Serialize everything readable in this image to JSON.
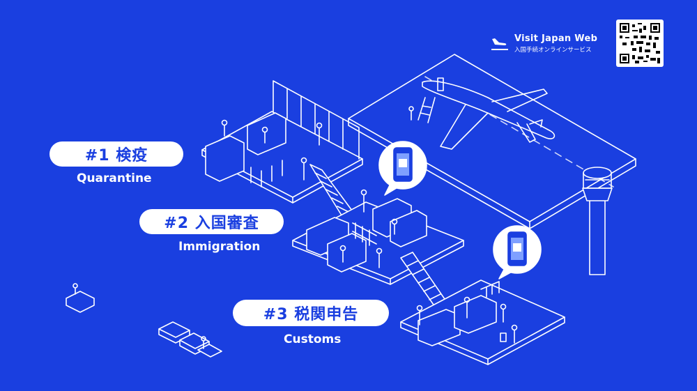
{
  "brand": {
    "name": "Visit Japan Web",
    "subtitle": "入国手続オンラインサービス",
    "icon": "airplane-landing-icon"
  },
  "qr_code": {
    "icon": "qr-code"
  },
  "steps": [
    {
      "label": "#1 検疫",
      "caption": "Quarantine"
    },
    {
      "label": "#2 入国審査",
      "caption": "Immigration"
    },
    {
      "label": "#3 税関申告",
      "caption": "Customs"
    }
  ],
  "colors": {
    "background": "#1a3fe0",
    "foreground": "#ffffff"
  }
}
